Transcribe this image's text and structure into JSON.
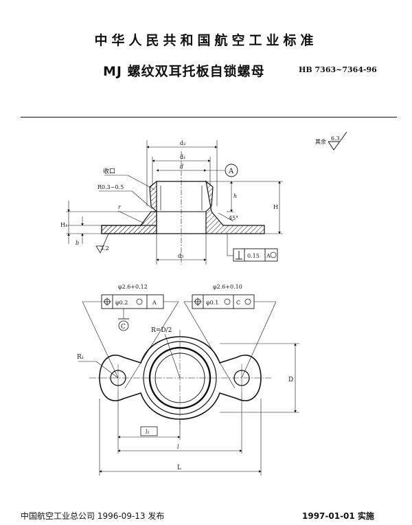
{
  "header": {
    "standard_title": "中华人民共和国航空工业标准",
    "doc_title": "MJ 螺纹双耳托板自锁螺母",
    "doc_code": "HB 7363~7364-96"
  },
  "roughness": {
    "label": "其余",
    "value": "6.3"
  },
  "section_view": {
    "d2": "d₂",
    "d1": "d₁",
    "d": "d",
    "d3": "d₃",
    "shoukou": "收口",
    "r_note": "R0.3~0.5",
    "r": "r",
    "h": "h",
    "H": "H",
    "H1": "H₁",
    "b": "b",
    "angle": "45°",
    "roughness_low": "3.2",
    "datum_a": "A",
    "fcf_tol": "0.15",
    "fcf_ref": "A"
  },
  "plan_view": {
    "hole_left": "φ2.6+0.12",
    "hole_right": "φ2.6+0.10",
    "fcf_left_tol": "φ0.2",
    "fcf_left_ref": "A",
    "fcf_right_tol": "φ0.1",
    "fcf_right_ref": "C",
    "datum_c": "C",
    "radius_note": "R=D/2",
    "r1": "R₁",
    "l1": "l₁",
    "l": "l",
    "L": "L",
    "D": "D"
  },
  "footer": {
    "publisher": "中国航空工业总公司 1996-09-13 发布",
    "effective": "1997-01-01 实施"
  }
}
